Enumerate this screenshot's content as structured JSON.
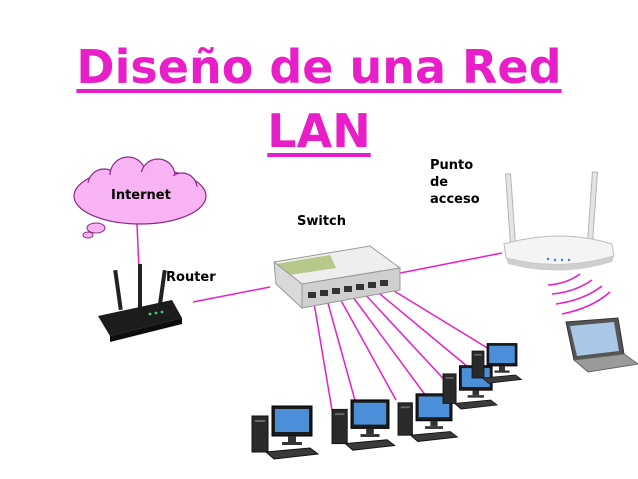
{
  "title": {
    "line1": "Diseño de una Red",
    "line2": "LAN"
  },
  "labels": {
    "internet": "Internet",
    "switch": "Switch",
    "router": "Router",
    "access_point": [
      "Punto",
      "de",
      "acceso"
    ]
  },
  "colors": {
    "accent": "#e81ec8",
    "cloud_fill": "#f7b3f3",
    "cable": "#e81ec8"
  },
  "devices": {
    "desktops": 5,
    "icons": [
      "cloud-icon",
      "router-icon",
      "switch-icon",
      "access-point-icon",
      "laptop-icon",
      "desktop-computer-icon"
    ]
  }
}
